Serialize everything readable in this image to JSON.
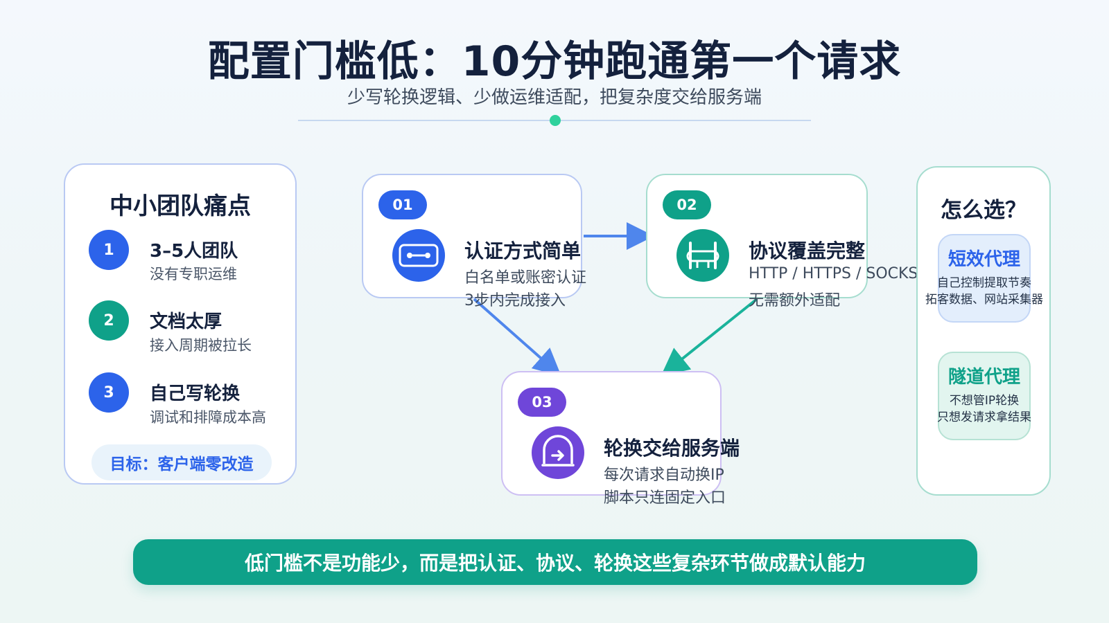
{
  "header": {
    "title": "配置门槛低：10分钟跑通第一个请求",
    "subtitle": "少写轮换逻辑、少做运维适配，把复杂度交给服务端"
  },
  "pain_panel": {
    "title": "中小团队痛点",
    "items": [
      {
        "number": "1",
        "title": "3–5人团队",
        "desc": "没有专职运维"
      },
      {
        "number": "2",
        "title": "文档太厚",
        "desc": "接入周期被拉长"
      },
      {
        "number": "3",
        "title": "自己写轮换",
        "desc": "调试和排障成本高"
      }
    ],
    "goal": "目标：客户端零改造"
  },
  "steps": [
    {
      "badge": "01",
      "title": "认证方式简单",
      "line1": "白名单或账密认证",
      "line2": "3步内完成接入",
      "icon": "key-icon"
    },
    {
      "badge": "02",
      "title": "协议覆盖完整",
      "line1": "HTTP / HTTPS / SOCKS",
      "line2": "无需额外适配",
      "icon": "adapter-icon"
    },
    {
      "badge": "03",
      "title": "轮换交给服务端",
      "line1": "每次请求自动换IP",
      "line2": "脚本只连固定入口",
      "icon": "server-arrow-icon"
    }
  ],
  "choose_panel": {
    "title": "怎么选？",
    "options": [
      {
        "title": "短效代理",
        "line1": "自己控制提取节奏",
        "line2": "拓客数据、网站采集器"
      },
      {
        "title": "隧道代理",
        "line1": "不想管IP轮换",
        "line2": "只想发请求拿结果"
      }
    ]
  },
  "banner": "低门槛不是功能少，而是把认证、协议、轮换这些复杂环节做成默认能力",
  "colors": {
    "blue": "#2c63ea",
    "green": "#0fa189",
    "purple": "#6f46d9",
    "navy": "#14213d"
  }
}
